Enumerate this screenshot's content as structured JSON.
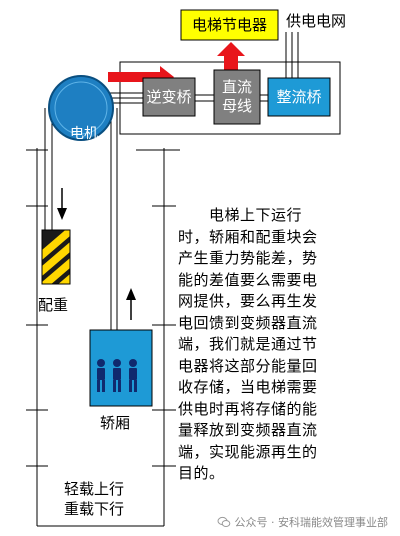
{
  "labels": {
    "energy_saver": "电梯节电器",
    "power_grid": "供电电网",
    "inverter": "逆变桥",
    "dc_bus": "直流\n母线",
    "rectifier": "整流桥",
    "motor": "电机",
    "counterweight": "配重",
    "car": "轿厢",
    "light_up": "轻载上行",
    "heavy_down": "重载下行"
  },
  "description": "电梯上下运行时，轿厢和配重块会产生重力势能差，势能的差值要么需要电网提供，要么再生发电回馈到变频器直流端，我们就是通过节电器将这部分能量回收存储，当电梯需要供电时再将存储的能量释放到变频器直流端，实现能源再生的目的。",
  "description_display": "　　电梯上下运行\n时，轿厢和配重块会\n产生重力势能差，势\n能的差值要么需要电\n网提供，要么再生发\n电回馈到变频器直流\n端，我们就是通过节\n电器将这部分能量回\n收存储，当电梯需要\n供电时再将存储的能\n量释放到变频器直流\n端，实现能源再生的\n目的。",
  "footer": "公众号 · 安科瑞能效管理事业部",
  "colors": {
    "energy_saver_fill": "#ffff00",
    "energy_saver_text": "#000000",
    "module_gray": "#808080",
    "rectifier_blue": "#1e9ad6",
    "motor_blue": "#1e7fc2",
    "car_blue": "#1e9ad6",
    "arrow_red": "#e8151b",
    "stripe_yellow": "#ffd700"
  }
}
